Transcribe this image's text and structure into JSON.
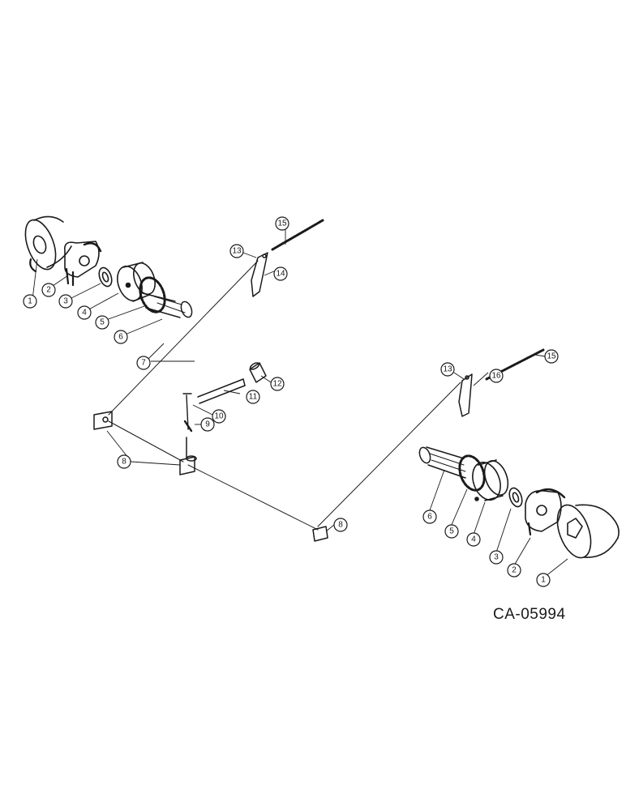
{
  "drawing_code": "CA-05994",
  "callouts": [
    {
      "id": "c1a",
      "label": "1"
    },
    {
      "id": "c2a",
      "label": "2"
    },
    {
      "id": "c3a",
      "label": "3"
    },
    {
      "id": "c4a",
      "label": "4"
    },
    {
      "id": "c5a",
      "label": "5"
    },
    {
      "id": "c6a",
      "label": "6"
    },
    {
      "id": "c7",
      "label": "7"
    },
    {
      "id": "c8a",
      "label": "8"
    },
    {
      "id": "c8b",
      "label": "8"
    },
    {
      "id": "c9",
      "label": "9"
    },
    {
      "id": "c10",
      "label": "10"
    },
    {
      "id": "c11",
      "label": "11"
    },
    {
      "id": "c12",
      "label": "12"
    },
    {
      "id": "c13a",
      "label": "13"
    },
    {
      "id": "c14",
      "label": "14"
    },
    {
      "id": "c15a",
      "label": "15"
    },
    {
      "id": "c13b",
      "label": "13"
    },
    {
      "id": "c15b",
      "label": "15"
    },
    {
      "id": "c16",
      "label": "16"
    },
    {
      "id": "c6b",
      "label": "6"
    },
    {
      "id": "c5b",
      "label": "5"
    },
    {
      "id": "c4b",
      "label": "4"
    },
    {
      "id": "c3b",
      "label": "3"
    },
    {
      "id": "c2b",
      "label": "2"
    },
    {
      "id": "c1b",
      "label": "1"
    }
  ]
}
